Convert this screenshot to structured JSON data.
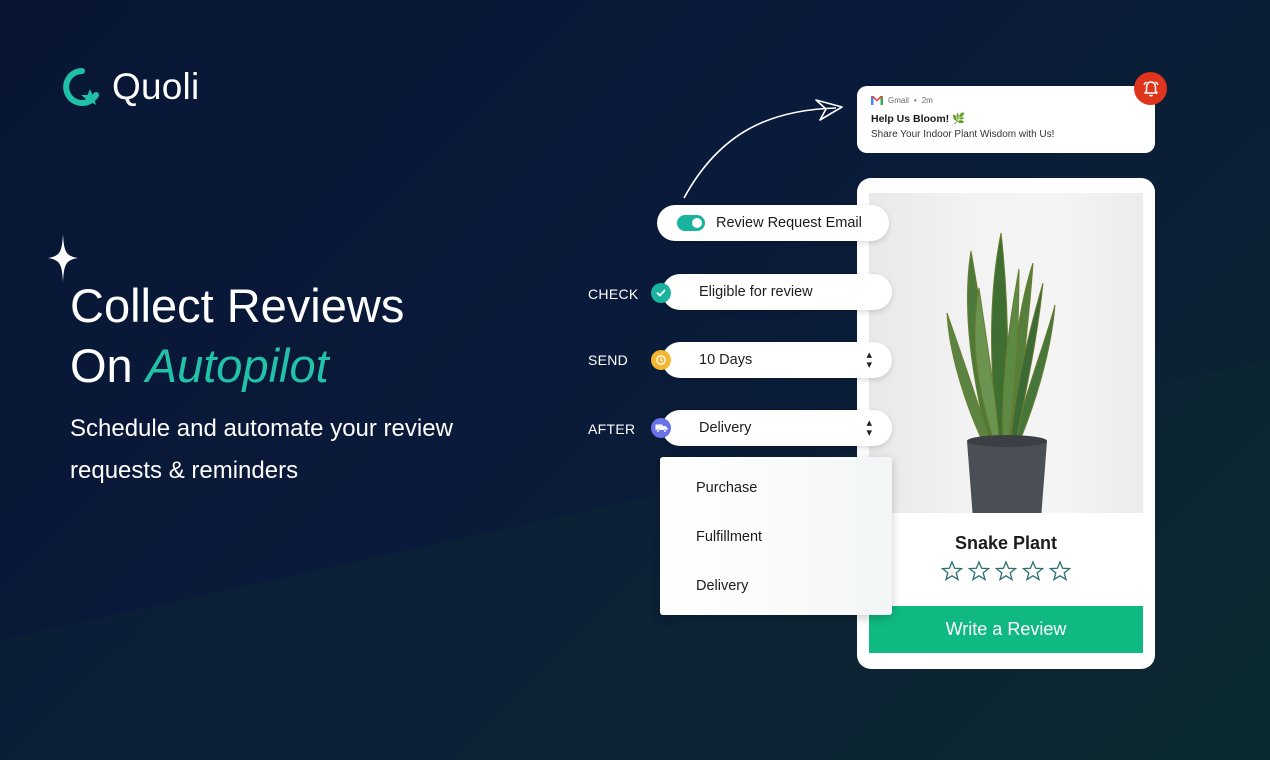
{
  "brand": {
    "name": "Quoli"
  },
  "hero": {
    "title_line1": "Collect Reviews",
    "title_line2_prefix": "On ",
    "title_line2_accent": "Autopilot",
    "subtitle": "Schedule and automate your review requests & reminders"
  },
  "notification": {
    "source": "Gmail",
    "separator": "•",
    "time": "2m",
    "title": "Help Us Bloom! 🌿",
    "body": "Share Your Indoor Plant Wisdom with Us!",
    "icon": "bell-alert-icon"
  },
  "automation": {
    "toggle_label": "Review Request Email",
    "toggle_on": true,
    "rows": [
      {
        "label": "CHECK",
        "value": "Eligible for review",
        "icon": "check-circle-icon"
      },
      {
        "label": "SEND",
        "value": "10 Days",
        "icon": "clock-icon"
      },
      {
        "label": "AFTER",
        "value": "Delivery",
        "icon": "truck-icon"
      }
    ],
    "dropdown_options": [
      "Purchase",
      "Fulfillment",
      "Delivery"
    ]
  },
  "product": {
    "name": "Snake Plant",
    "rating_stars": 5,
    "button_label": "Write a Review"
  },
  "colors": {
    "accent": "#22c2a8",
    "button": "#10b981",
    "bell": "#e0351d",
    "clock": "#f5b731",
    "truck": "#6a74e8"
  }
}
